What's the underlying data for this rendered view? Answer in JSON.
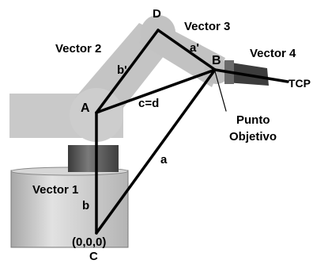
{
  "diagram": {
    "points": {
      "A": "A",
      "B": "B",
      "C": "C",
      "D": "D"
    },
    "vectors": {
      "v1": "Vector 1",
      "v2": "Vector 2",
      "v3": "Vector 3",
      "v4": "Vector 4"
    },
    "segments": {
      "a": "a",
      "a_prime": "a'",
      "b": "b",
      "b_prime": "b'",
      "c_eq_d": "c=d"
    },
    "origin": "(0,0,0)",
    "tcp": "TCP",
    "target_line1": "Punto",
    "target_line2": "Objetivo",
    "colors": {
      "robot_body": "#c8c8c8",
      "robot_dark": "#505050",
      "lines": "#000000",
      "background": "#ffffff"
    }
  }
}
